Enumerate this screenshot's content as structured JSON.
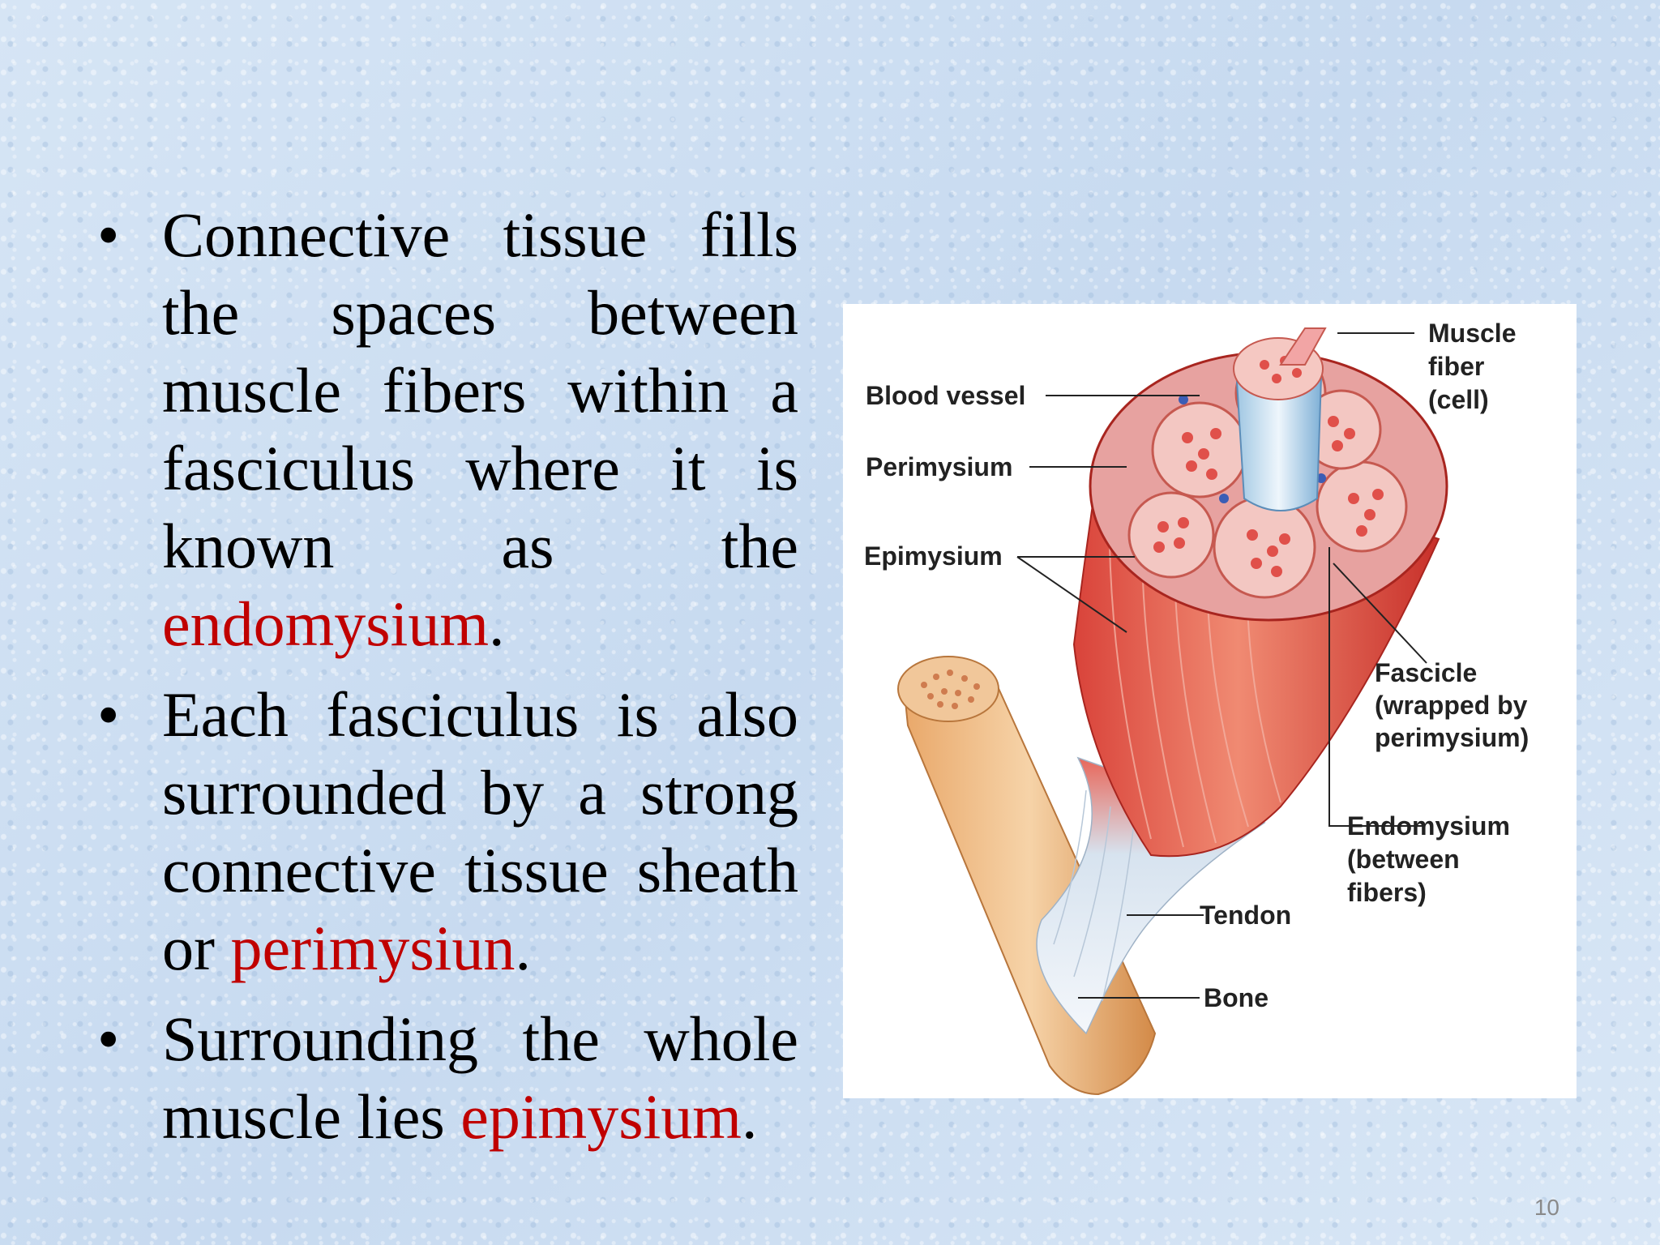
{
  "bullets": [
    {
      "text": "Connective tissue fills the spaces between muscle fibers within a fasciculus where it is known as the ",
      "term": "endomysium",
      "end": "."
    },
    {
      "text": "Each fasciculus is also surrounded by a strong connective tissue sheath or ",
      "term": "perimysiun",
      "end": "."
    },
    {
      "text": "Surrounding the whole muscle lies ",
      "term": "epimysium",
      "end": "."
    }
  ],
  "bullet_symbol": "•",
  "highlight_color": "#c00000",
  "figure": {
    "labels": {
      "blood_vessel": "Blood vessel",
      "perimysium": "Perimysium",
      "epimysium": "Epimysium",
      "muscle_fiber": [
        "Muscle",
        "fiber",
        "(cell)"
      ],
      "fascicle": [
        "Fascicle",
        "(wrapped by",
        "perimysium)"
      ],
      "endomysium": [
        "Endomysium",
        "(between",
        "fibers)"
      ],
      "tendon": "Tendon",
      "bone": "Bone"
    }
  },
  "slide_number": "10"
}
